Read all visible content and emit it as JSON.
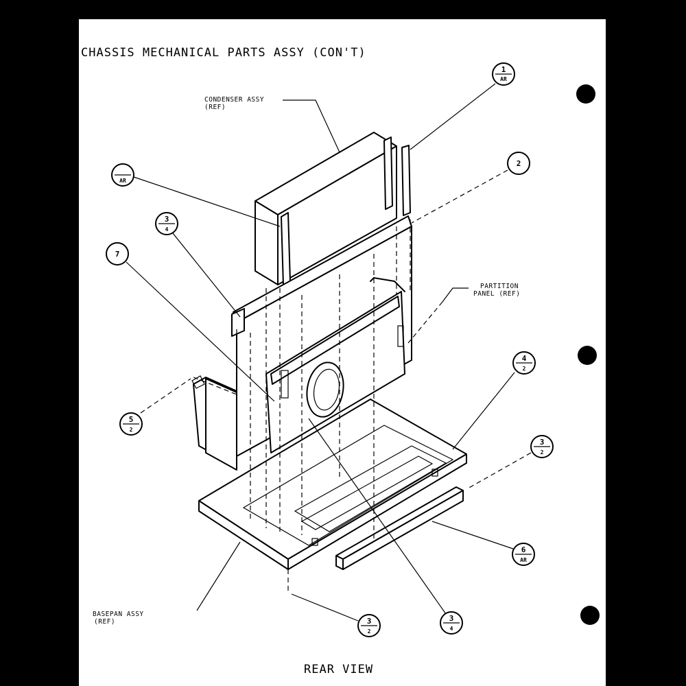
{
  "title": "CHASSIS MECHANICAL PARTS ASSY (CON'T)",
  "caption": "REAR VIEW",
  "labels": {
    "condenser_line1": "CONDENSER ASSY",
    "condenser_line2": "(REF)",
    "partition_line1": "PARTITION",
    "partition_line2": "PANEL (REF)",
    "basepan_line1": "BASEPAN ASSY",
    "basepan_line2": "(REF)"
  },
  "callouts": {
    "c1": {
      "num": "1",
      "sub": "AR"
    },
    "c2": {
      "num": "2",
      "sub": ""
    },
    "c3": {
      "num": "",
      "sub": "AR"
    },
    "c4": {
      "num": "3",
      "sub": "4"
    },
    "c5": {
      "num": "7",
      "sub": ""
    },
    "c6": {
      "num": "4",
      "sub": "2"
    },
    "c7": {
      "num": "5",
      "sub": "2"
    },
    "c8": {
      "num": "3",
      "sub": "2"
    },
    "c9": {
      "num": "6",
      "sub": "AR"
    },
    "c10": {
      "num": "3",
      "sub": "2"
    },
    "c11": {
      "num": "3",
      "sub": "4"
    }
  },
  "colors": {
    "ink": "#000000",
    "paper": "#ffffff"
  }
}
